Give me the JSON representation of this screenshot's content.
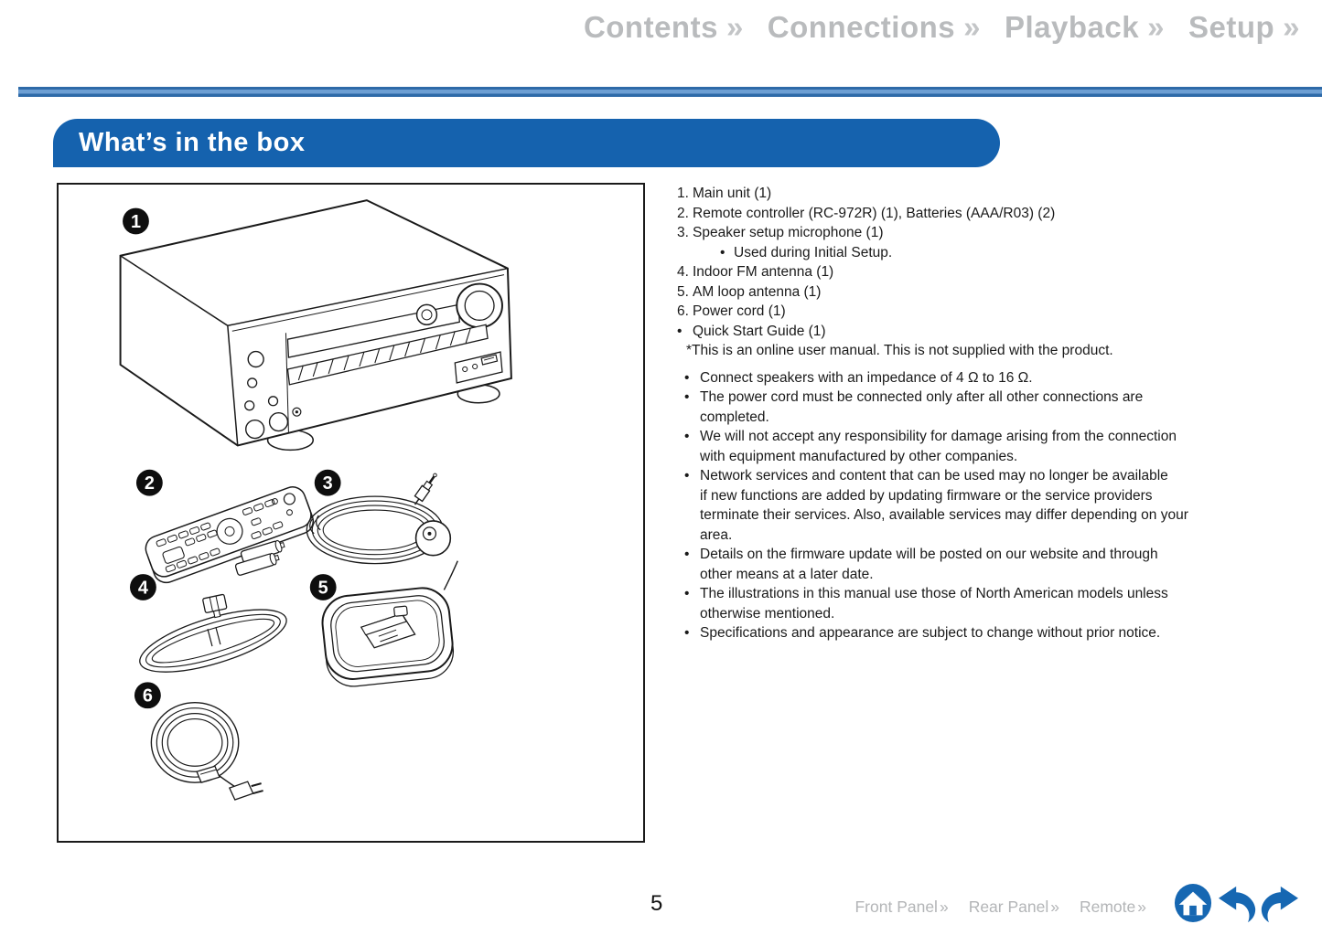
{
  "nav": {
    "items": [
      {
        "label": "Contents"
      },
      {
        "label": "Connections"
      },
      {
        "label": "Playback"
      },
      {
        "label": "Setup"
      }
    ]
  },
  "chars": {
    "chevron": "»",
    "bullet": "•"
  },
  "header": {
    "title": "What’s in the box"
  },
  "illustration": {
    "badges": [
      "1",
      "2",
      "3",
      "4",
      "5",
      "6"
    ]
  },
  "packing_list": {
    "items": [
      {
        "marker": "1.",
        "text": "Main unit (1)"
      },
      {
        "marker": "2.",
        "text": "Remote controller (RC-972R) (1), Batteries (AAA/R03) (2)"
      },
      {
        "marker": "3.",
        "text": "Speaker setup microphone (1)",
        "sub": "Used during Initial Setup."
      },
      {
        "marker": "4.",
        "text": "Indoor FM antenna (1)"
      },
      {
        "marker": "5.",
        "text": "AM loop antenna (1)"
      },
      {
        "marker": "6.",
        "text": "Power cord (1)"
      },
      {
        "marker": "•",
        "text": "Quick Start Guide (1)"
      }
    ],
    "footnote": "*This is an online user manual. This is not supplied with the product."
  },
  "notes": [
    {
      "lines": [
        "Connect speakers with an impedance of 4 Ω to 16 Ω."
      ]
    },
    {
      "lines": [
        "The power cord must be connected only after all other connections are",
        "completed."
      ]
    },
    {
      "lines": [
        "We will not accept any responsibility for damage arising from the connection",
        "with equipment manufactured by other companies."
      ]
    },
    {
      "lines": [
        "Network services and content that can be used may no longer be available",
        "if new functions are added by updating firmware or the service providers",
        "terminate their services. Also, available services may differ depending on your",
        "area."
      ]
    },
    {
      "lines": [
        "Details on the firmware update will be posted on our website and through",
        "other means at a later date."
      ]
    },
    {
      "lines": [
        "The illustrations in this manual use those of North American models unless",
        "otherwise mentioned."
      ]
    },
    {
      "lines": [
        "Specifications and appearance are subject to change without prior notice."
      ]
    }
  ],
  "footer": {
    "page_number": "5",
    "links": [
      {
        "label": "Front Panel"
      },
      {
        "label": "Rear Panel"
      },
      {
        "label": "Remote"
      }
    ]
  },
  "colors": {
    "accent_blue": "#1562ae",
    "rule_dark": "#2e6aa8",
    "rule_light": "#6d9fd3",
    "nav_gray": "#b9bbbd",
    "footer_gray": "#b3b5b7",
    "text": "#1a1a1a"
  }
}
